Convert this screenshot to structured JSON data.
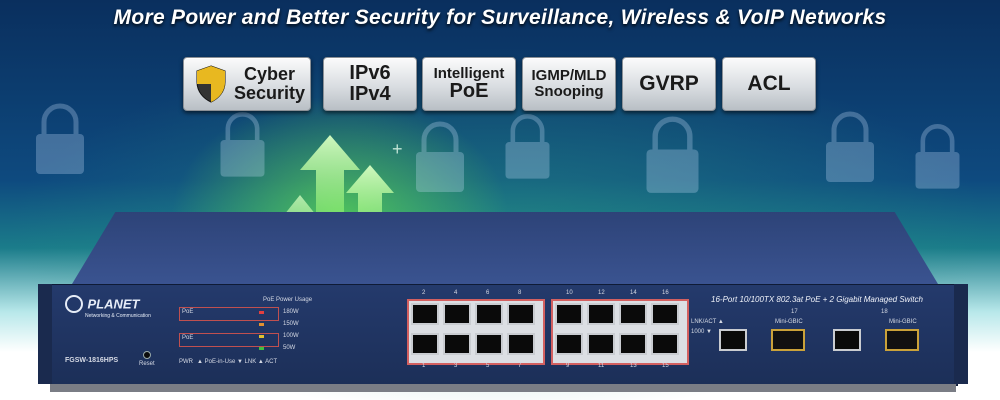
{
  "headline": "More Power and Better Security for Surveillance, Wireless & VoIP Networks",
  "badges": {
    "cyber": {
      "line1": "Cyber",
      "line2": "Security",
      "icon": "shield-icon"
    },
    "ipv": {
      "line1": "IPv6",
      "line2": "IPv4"
    },
    "poe": {
      "line1": "Intelligent",
      "line2": "PoE"
    },
    "igmp": {
      "line1": "IGMP/MLD",
      "line2": "Snooping"
    },
    "gvrp": {
      "label": "GVRP"
    },
    "acl": {
      "label": "ACL"
    }
  },
  "switch": {
    "brand": "PLANET",
    "brand_tagline": "Networking & Communication",
    "model": "FGSW-1816HPS",
    "description": "16-Port 10/100TX 802.3at PoE + 2 Gigabit Managed Switch",
    "reset_label": "Reset",
    "pwr_label": "PWR",
    "poe_label": "PoE",
    "power_usage_title": "PoE Power Usage",
    "power_levels": [
      "180W",
      "150W",
      "100W",
      "50W"
    ],
    "led_legend": "▲ PoE-in-Use  ▼ LNK  ▲ ACT",
    "lnk_label": "LNK/ACT ▲",
    "speed_label": "1000 ▼",
    "port_top_numbers": [
      "2",
      "4",
      "6",
      "8",
      "10",
      "12",
      "14",
      "16"
    ],
    "port_bottom_numbers": [
      "1",
      "3",
      "5",
      "7",
      "9",
      "11",
      "13",
      "15"
    ],
    "combo_17": "17",
    "combo_18": "18",
    "minigbic_label": "Mini-GBIC"
  },
  "colors": {
    "accent_green": "#7cff3c",
    "switch_blue": "#243a6c",
    "port_border_red": "#d36060"
  }
}
